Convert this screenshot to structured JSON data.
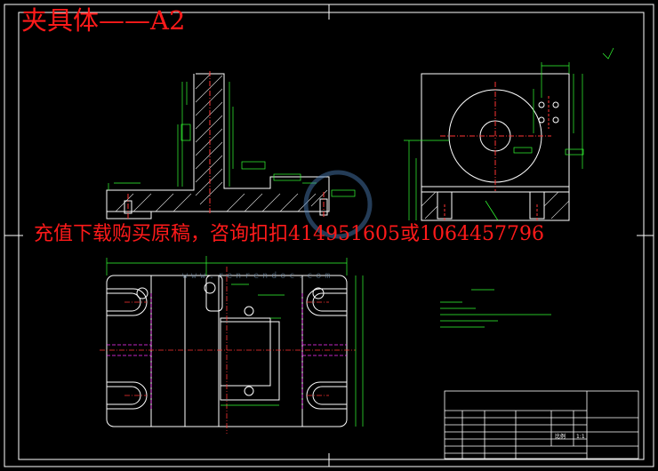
{
  "drawing": {
    "title": "夹具体——A2",
    "promo": "充值下载购买原稿，咨询扣扣414951605或1064457796",
    "watermark": "www.renrendoc.com",
    "colors": {
      "background": "#000000",
      "outline": "#ffffff",
      "dimension": "#33ff33",
      "centerline": "#ff3333",
      "hidden": "#ff33ff",
      "hatch": "#ffffff",
      "title": "#ff1a1a"
    }
  },
  "title_block": {
    "cells": [
      "比例",
      "1:1"
    ]
  }
}
